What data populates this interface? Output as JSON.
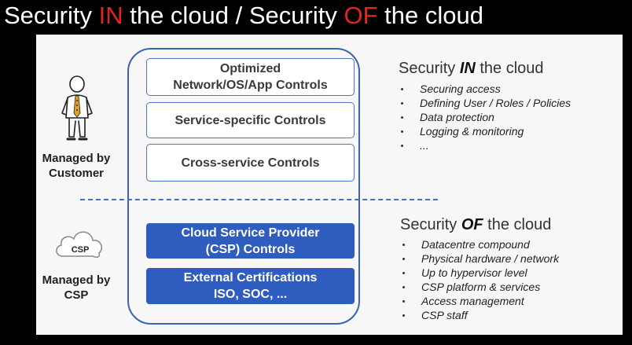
{
  "title": {
    "part1": "Security ",
    "part2": "IN",
    "part3": " the cloud / Security ",
    "part4": "OF",
    "part5": " the cloud"
  },
  "colors": {
    "accent_red": "#e0261f",
    "blue": "#2f5cbf",
    "border_blue": "#3b63ad"
  },
  "customer": {
    "icon": "person-icon",
    "label_line1": "Managed by",
    "label_line2": "Customer"
  },
  "csp": {
    "icon": "cloud-icon",
    "cloud_text": "CSP",
    "label_line1": "Managed by",
    "label_line2": "CSP"
  },
  "controls": {
    "optimized_line1": "Optimized",
    "optimized_line2": "Network/OS/App Controls",
    "service_specific": "Service-specific Controls",
    "cross_service": "Cross-service Controls",
    "csp_line1": "Cloud Service Provider",
    "csp_line2": "(CSP) Controls",
    "external_line1": "External Certifications",
    "external_line2": "ISO, SOC, ..."
  },
  "in_cloud": {
    "heading_prefix": "Security ",
    "heading_em": "IN",
    "heading_suffix": " the cloud",
    "items": [
      "Securing access",
      "Defining User / Roles /  Policies",
      "Data protection",
      "Logging & monitoring",
      "..."
    ]
  },
  "of_cloud": {
    "heading_prefix": "Security ",
    "heading_em": "OF",
    "heading_suffix": " the cloud",
    "items": [
      "Datacentre compound",
      "Physical hardware / network",
      "Up to hypervisor level",
      "CSP platform & services",
      "Access management",
      "CSP staff"
    ]
  }
}
